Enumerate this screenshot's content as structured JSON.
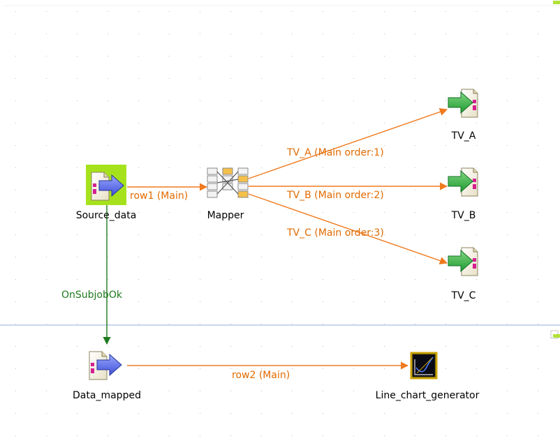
{
  "colors": {
    "background": "#ffffff",
    "grid_dot": "#b9b9b9",
    "main_link": "#f07a1e",
    "main_link_label": "#e26a00",
    "trigger_link": "#1f7a1f",
    "subjob_divider": "#c8d8ee",
    "selection": "#a6e21c",
    "subjob_handle": "#b2e236"
  },
  "components": {
    "source_data": {
      "label": "Source_data",
      "icon": "file-input-icon",
      "selected": true
    },
    "mapper": {
      "label": "Mapper",
      "icon": "mapper-icon"
    },
    "tv_a": {
      "label": "TV_A",
      "icon": "file-output-icon"
    },
    "tv_b": {
      "label": "TV_B",
      "icon": "file-output-icon"
    },
    "tv_c": {
      "label": "TV_C",
      "icon": "file-output-icon"
    },
    "data_mapped": {
      "label": "Data_mapped",
      "icon": "file-input-icon"
    },
    "line_chart_generator": {
      "label": "Line_chart_generator",
      "icon": "line-chart-icon"
    }
  },
  "links": {
    "row1": "row1 (Main)",
    "tv_a": "TV_A (Main order:1)",
    "tv_b": "TV_B (Main order:2)",
    "tv_c": "TV_C (Main order:3)",
    "on_subjob_ok": "OnSubjobOk",
    "row2": "row2 (Main)"
  }
}
